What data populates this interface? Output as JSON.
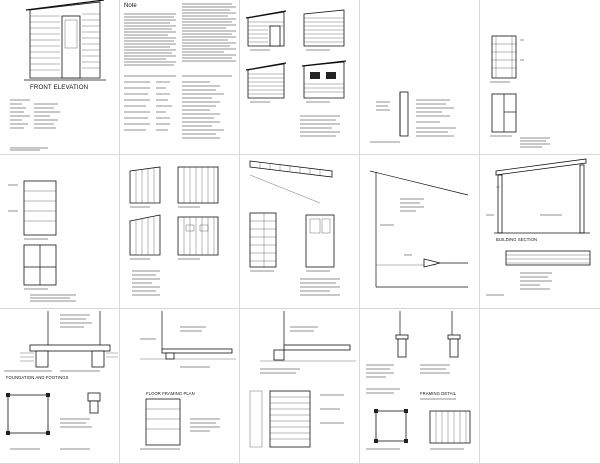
{
  "sheet": {
    "title_front_elevation": "FRONT ELEVATION",
    "notes_heading": "Note",
    "cap_foundation": "FOUNDATION AND FOOTINGS",
    "cap_framing": "FRAMING DETAIL",
    "cap_building_section": "BUILDING SECTION",
    "cap_floor": "FLOOR FRAMING PLAN"
  },
  "colors": {
    "line": "#111111",
    "grid_border": "#d8d8d8",
    "hatch": "#555555"
  }
}
